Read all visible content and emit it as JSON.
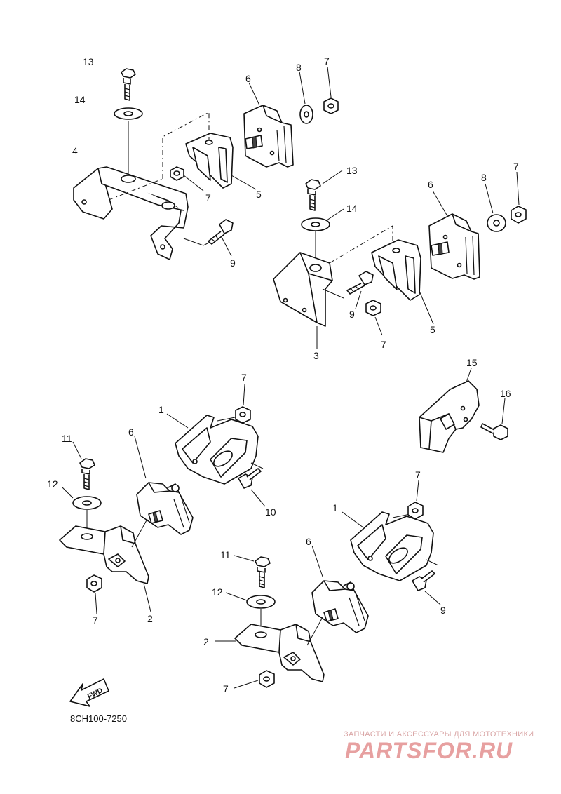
{
  "labels": {
    "l13a": "13",
    "l14a": "14",
    "l4": "4",
    "l6a": "6",
    "l8a": "8",
    "l7a": "7",
    "l7b": "7",
    "l5a": "5",
    "l9a": "9",
    "l13b": "13",
    "l14b": "14",
    "l6b": "6",
    "l8b": "8",
    "l7c": "7",
    "l9b": "9",
    "l7d": "7",
    "l5b": "5",
    "l3": "3",
    "l7e": "7",
    "l1a": "1",
    "l15": "15",
    "l16": "16",
    "l11a": "11",
    "l6c": "6",
    "l12a": "12",
    "l10": "10",
    "l7f": "7",
    "l2a": "2",
    "l7g": "7",
    "l1b": "1",
    "l6d": "6",
    "l11b": "11",
    "l9c": "9",
    "l12b": "12",
    "l2b": "2",
    "l7h": "7"
  },
  "fwd_text": "FWD",
  "diagram_code": "8CH100-7250",
  "watermark": {
    "tagline": "ЗАПЧАСТИ И АКСЕССУАРЫ ДЛЯ МОТОТЕХНИКИ",
    "logo": "PARTSFOR.RU"
  }
}
